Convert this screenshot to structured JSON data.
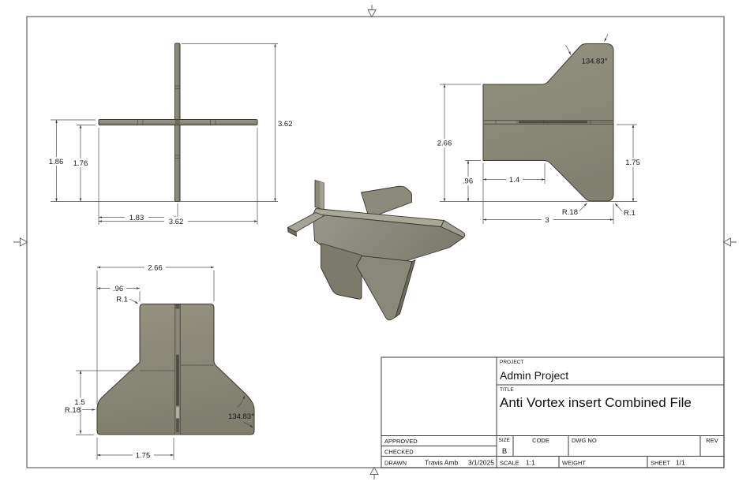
{
  "sheet": {
    "background": "#ffffff",
    "border_color": "#787878",
    "line_color": "#4f4f4f",
    "text_color": "#1a1a1a",
    "part_fill": "#8d8b7d",
    "part_edge": "#3a3933"
  },
  "views": {
    "top": {
      "dim_overall_height": "3.62",
      "dim_height_outer": "1.86",
      "dim_height_inner": "1.76",
      "dim_width_inner": "1.83",
      "dim_overall_width": "3.62"
    },
    "side": {
      "dim_overall_height": "2.66",
      "dim_lower_height": ".96",
      "dim_web_width": "1.4",
      "dim_right_height": "1.75",
      "fillet_left": "R.18",
      "fillet_right": "R.1",
      "dim_overall_width": "3",
      "angle": "134.83°"
    },
    "front": {
      "dim_overall_width": "2.66",
      "dim_offset": ".96",
      "fillet_top": "R.1",
      "dim_base_height": "1.5",
      "fillet_side": "R.18",
      "angle": "134.83°",
      "dim_half_width": "1.75"
    }
  },
  "title_block": {
    "project_label": "PROJECT",
    "project": "Admin Project",
    "title_label": "TITLE",
    "title": "Anti Vortex insert Combined File",
    "approved_label": "APPROVED",
    "checked_label": "CHECKED",
    "drawn_label": "DRAWN",
    "drawn_by": "Travis Amb",
    "drawn_date": "3/1/2025",
    "size_label": "SIZE",
    "size": "B",
    "code_label": "CODE",
    "dwg_no_label": "DWG NO",
    "rev_label": "REV",
    "scale_label": "SCALE",
    "scale": "1:1",
    "weight_label": "WEIGHT",
    "sheet_label": "SHEET",
    "sheet": "1/1"
  }
}
